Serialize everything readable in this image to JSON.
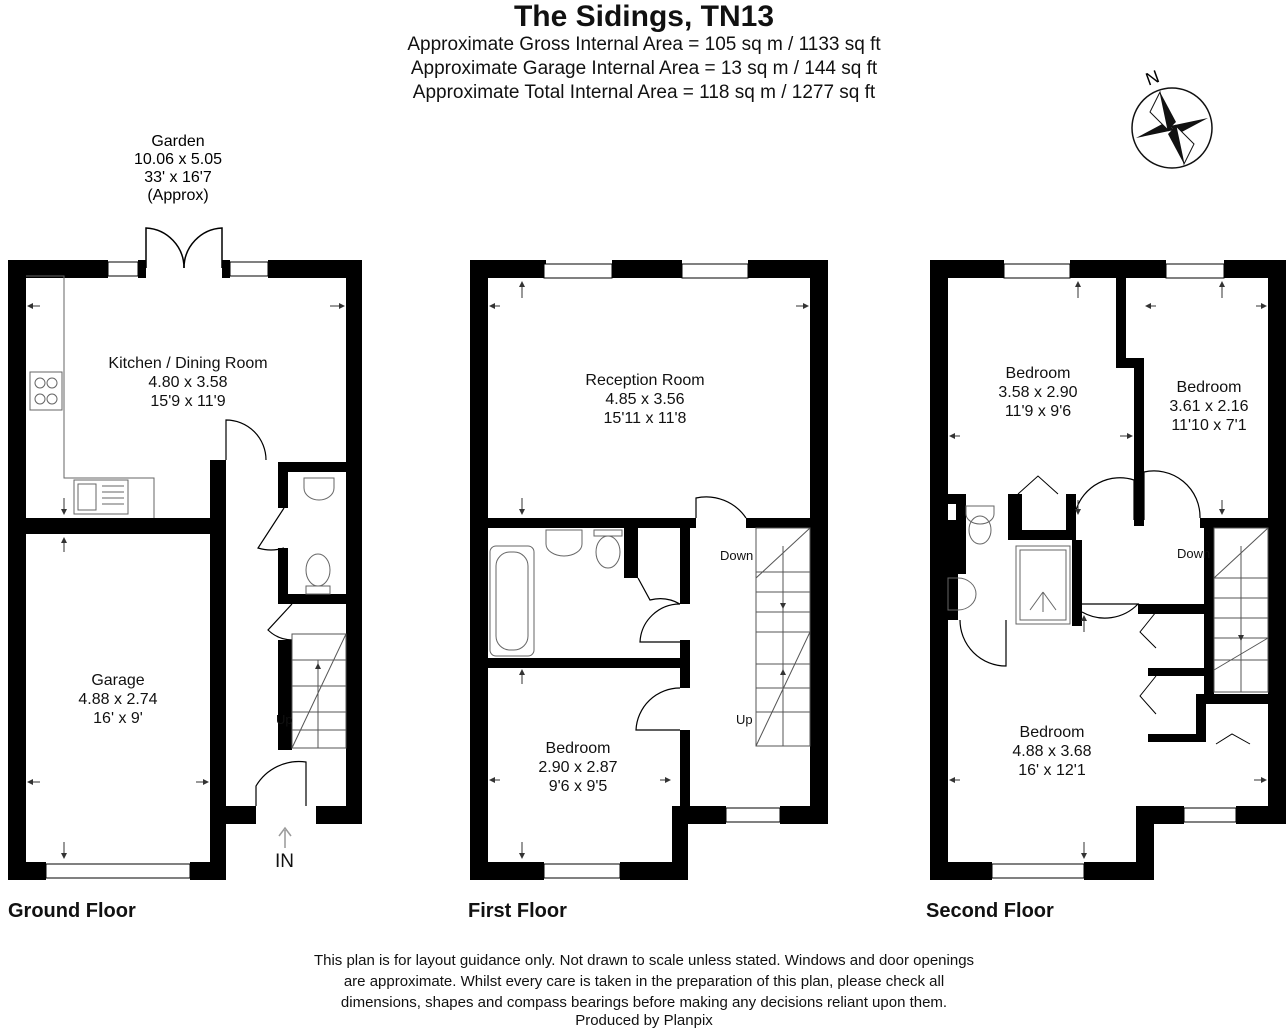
{
  "title": "The Sidings, TN13",
  "areas": [
    "Approximate Gross Internal Area = 105 sq m / 1133 sq ft",
    "Approximate Garage Internal Area = 13 sq m / 144 sq ft",
    "Approximate Total Internal Area = 118 sq m / 1277 sq ft"
  ],
  "compass": {
    "north_label": "N"
  },
  "garden": {
    "name": "Garden",
    "metric": "10.06 x 5.05",
    "imperial": "33' x 16'7",
    "note": "(Approx)"
  },
  "floors": {
    "ground": {
      "label": "Ground Floor",
      "rooms": [
        {
          "name": "Kitchen / Dining Room",
          "metric": "4.80 x 3.58",
          "imperial": "15'9 x 11'9"
        },
        {
          "name": "Garage",
          "metric": "4.88 x 2.74",
          "imperial": "16' x 9'"
        }
      ],
      "stairs_label": "Up",
      "entrance_label": "IN"
    },
    "first": {
      "label": "First Floor",
      "rooms": [
        {
          "name": "Reception Room",
          "metric": "4.85 x 3.56",
          "imperial": "15'11 x 11'8"
        },
        {
          "name": "Bedroom",
          "metric": "2.90 x 2.87",
          "imperial": "9'6 x 9'5"
        }
      ],
      "stairs_down_label": "Down",
      "stairs_up_label": "Up"
    },
    "second": {
      "label": "Second Floor",
      "rooms": [
        {
          "name": "Bedroom",
          "metric": "3.58 x 2.90",
          "imperial": "11'9 x 9'6"
        },
        {
          "name": "Bedroom",
          "metric": "3.61 x 2.16",
          "imperial": "11'10 x 7'1"
        },
        {
          "name": "Bedroom",
          "metric": "4.88 x 3.68",
          "imperial": "16' x 12'1"
        }
      ],
      "stairs_down_label": "Down"
    }
  },
  "disclaimer": [
    "This plan is for layout guidance only. Not drawn to scale unless stated. Windows and door openings",
    "are approximate. Whilst every care is taken in the preparation of this plan, please check all",
    "dimensions, shapes and compass bearings before making any decisions reliant upon them.",
    "Produced by Planpix"
  ],
  "colors": {
    "wall": "#000000",
    "background": "#ffffff",
    "fixture": "#666666"
  }
}
